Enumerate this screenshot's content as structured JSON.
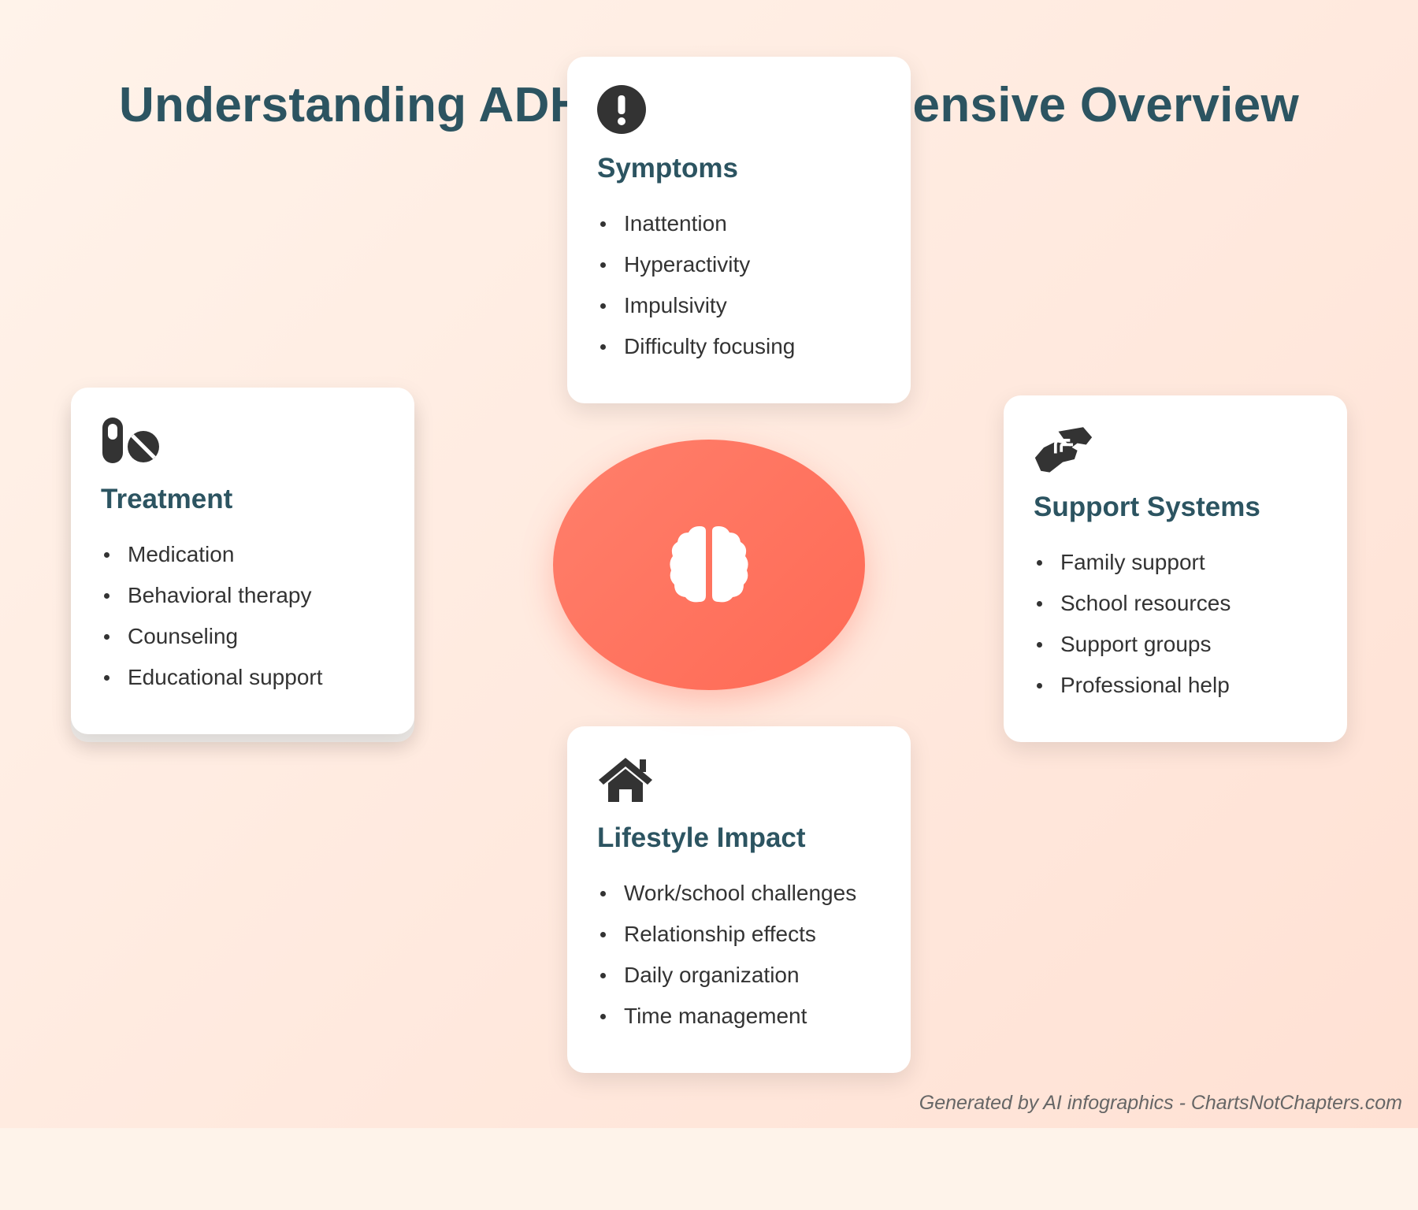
{
  "title": "Understanding ADHD: A Comprehensive Overview",
  "center_icon": "brain-icon",
  "cards": {
    "symptoms": {
      "icon": "exclamation-circle-icon",
      "heading": "Symptoms",
      "items": [
        "Inattention",
        "Hyperactivity",
        "Impulsivity",
        "Difficulty focusing"
      ]
    },
    "treatment": {
      "icon": "pills-icon",
      "heading": "Treatment",
      "items": [
        "Medication",
        "Behavioral therapy",
        "Counseling",
        "Educational support"
      ]
    },
    "support": {
      "icon": "handshake-icon",
      "heading": "Support Systems",
      "items": [
        "Family support",
        "School resources",
        "Support groups",
        "Professional help"
      ]
    },
    "lifestyle": {
      "icon": "home-icon",
      "heading": "Lifestyle Impact",
      "items": [
        "Work/school challenges",
        "Relationship effects",
        "Daily organization",
        "Time management"
      ]
    }
  },
  "footer": "Generated by AI infographics - ChartsNotChapters.com",
  "colors": {
    "heading": "#2c5461",
    "center": "#ff6f5b",
    "text": "#333333"
  }
}
